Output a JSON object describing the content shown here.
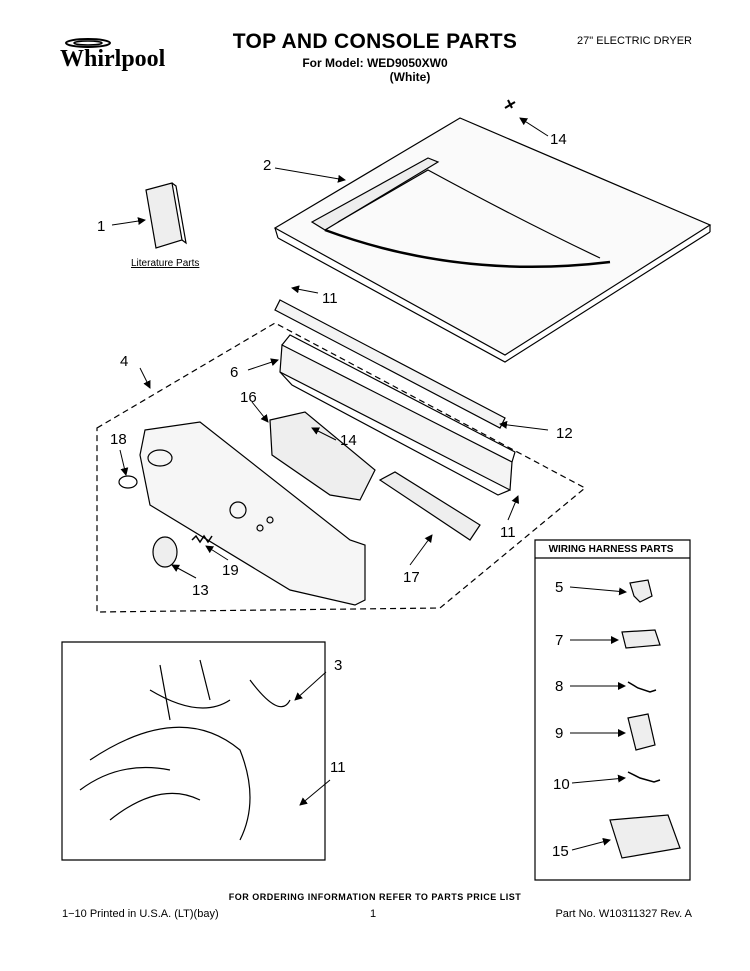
{
  "header": {
    "brand": "Whirlpool",
    "title": "TOP AND CONSOLE PARTS",
    "model_line": "For Model: WED9050XW0",
    "color_line": "(White)",
    "product": "27\" ELECTRIC DRYER"
  },
  "callouts": [
    "1",
    "2",
    "3",
    "4",
    "5",
    "6",
    "7",
    "8",
    "9",
    "10",
    "11",
    "11",
    "11",
    "12",
    "13",
    "14",
    "14",
    "15",
    "16",
    "17",
    "18",
    "19"
  ],
  "labels": {
    "literature": "Literature Parts",
    "wiring_box_title": "WIRING HARNESS PARTS"
  },
  "footer": {
    "note": "FOR ORDERING INFORMATION REFER TO PARTS PRICE LIST",
    "printed": "1−10 Printed in U.S.A. (LT)(bay)",
    "page": "1",
    "part_no": "Part No. W10311327 Rev. A"
  }
}
